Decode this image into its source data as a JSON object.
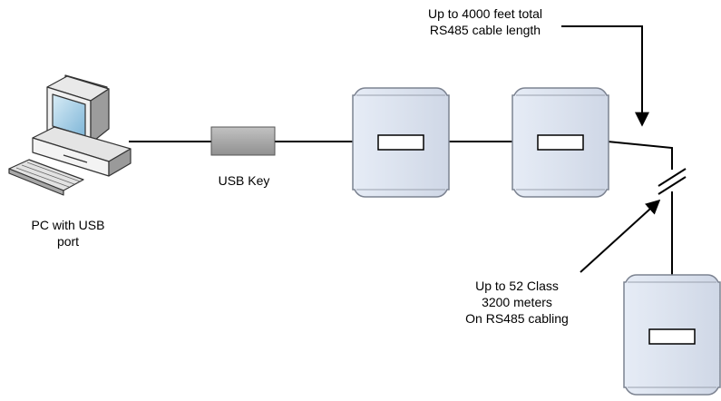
{
  "labels": {
    "pc": [
      "PC with USB",
      "port"
    ],
    "usb_key": "USB Key",
    "cable_note": [
      "Up to 4000 feet total",
      "RS485 cable length"
    ],
    "meter_note": [
      "Up to 52 Class",
      "3200 meters",
      "On RS485 cabling"
    ]
  },
  "colors": {
    "line": "#000000",
    "meter_fill": "#dde4f0",
    "meter_stroke": "#7c8391",
    "usb_fill": "#a9a9a9"
  },
  "icons": [
    "desktop-pc-icon",
    "usb-key-icon",
    "meter-icon"
  ]
}
